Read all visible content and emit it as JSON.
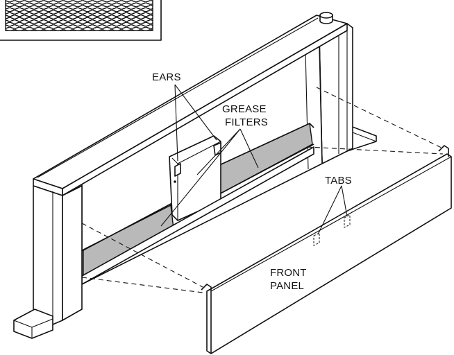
{
  "labels": {
    "ears": "EARS",
    "grease_filters_line1": "GREASE",
    "grease_filters_line2": "FILTERS",
    "tabs": "TABS",
    "front_panel_line1": "FRONT",
    "front_panel_line2": "PANEL"
  },
  "colors": {
    "line": "#111111",
    "filter_fill": "#b9b9b9",
    "background": "#ffffff"
  }
}
